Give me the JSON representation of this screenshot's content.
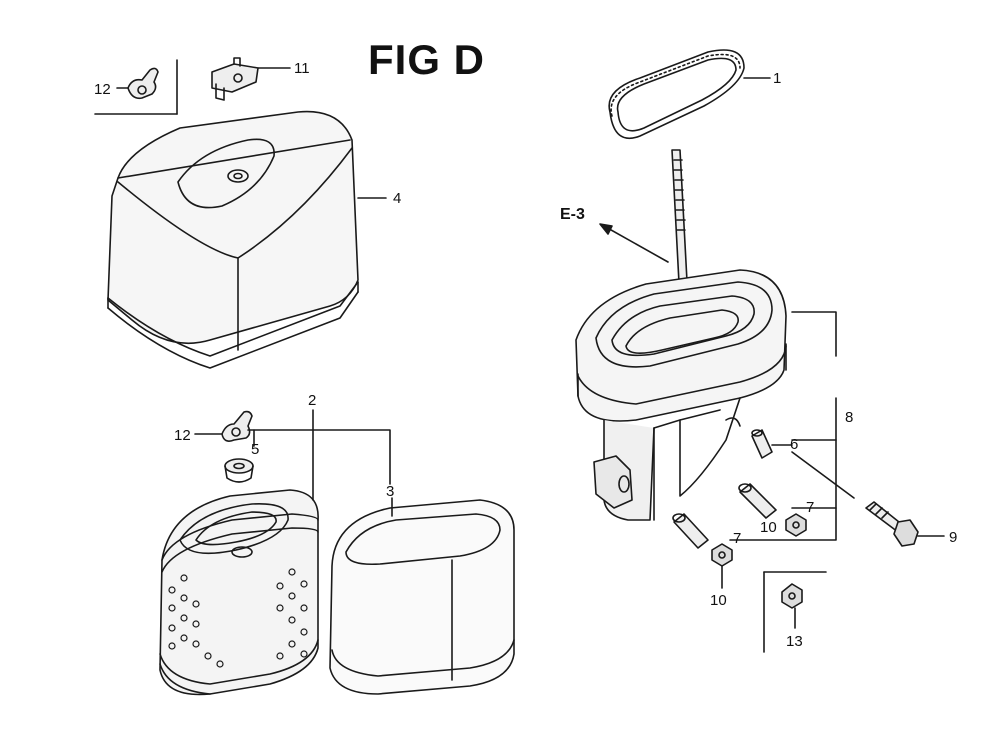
{
  "figure": {
    "title": "FIG D",
    "cross_reference": "E-3"
  },
  "callouts": {
    "c1": "1",
    "c2": "2",
    "c3": "3",
    "c4": "4",
    "c5": "5",
    "c6": "6",
    "c7a": "7",
    "c7b": "7",
    "c8": "8",
    "c9": "9",
    "c10a": "10",
    "c10b": "10",
    "c11": "11",
    "c12a": "12",
    "c12b": "12",
    "c13": "13"
  }
}
